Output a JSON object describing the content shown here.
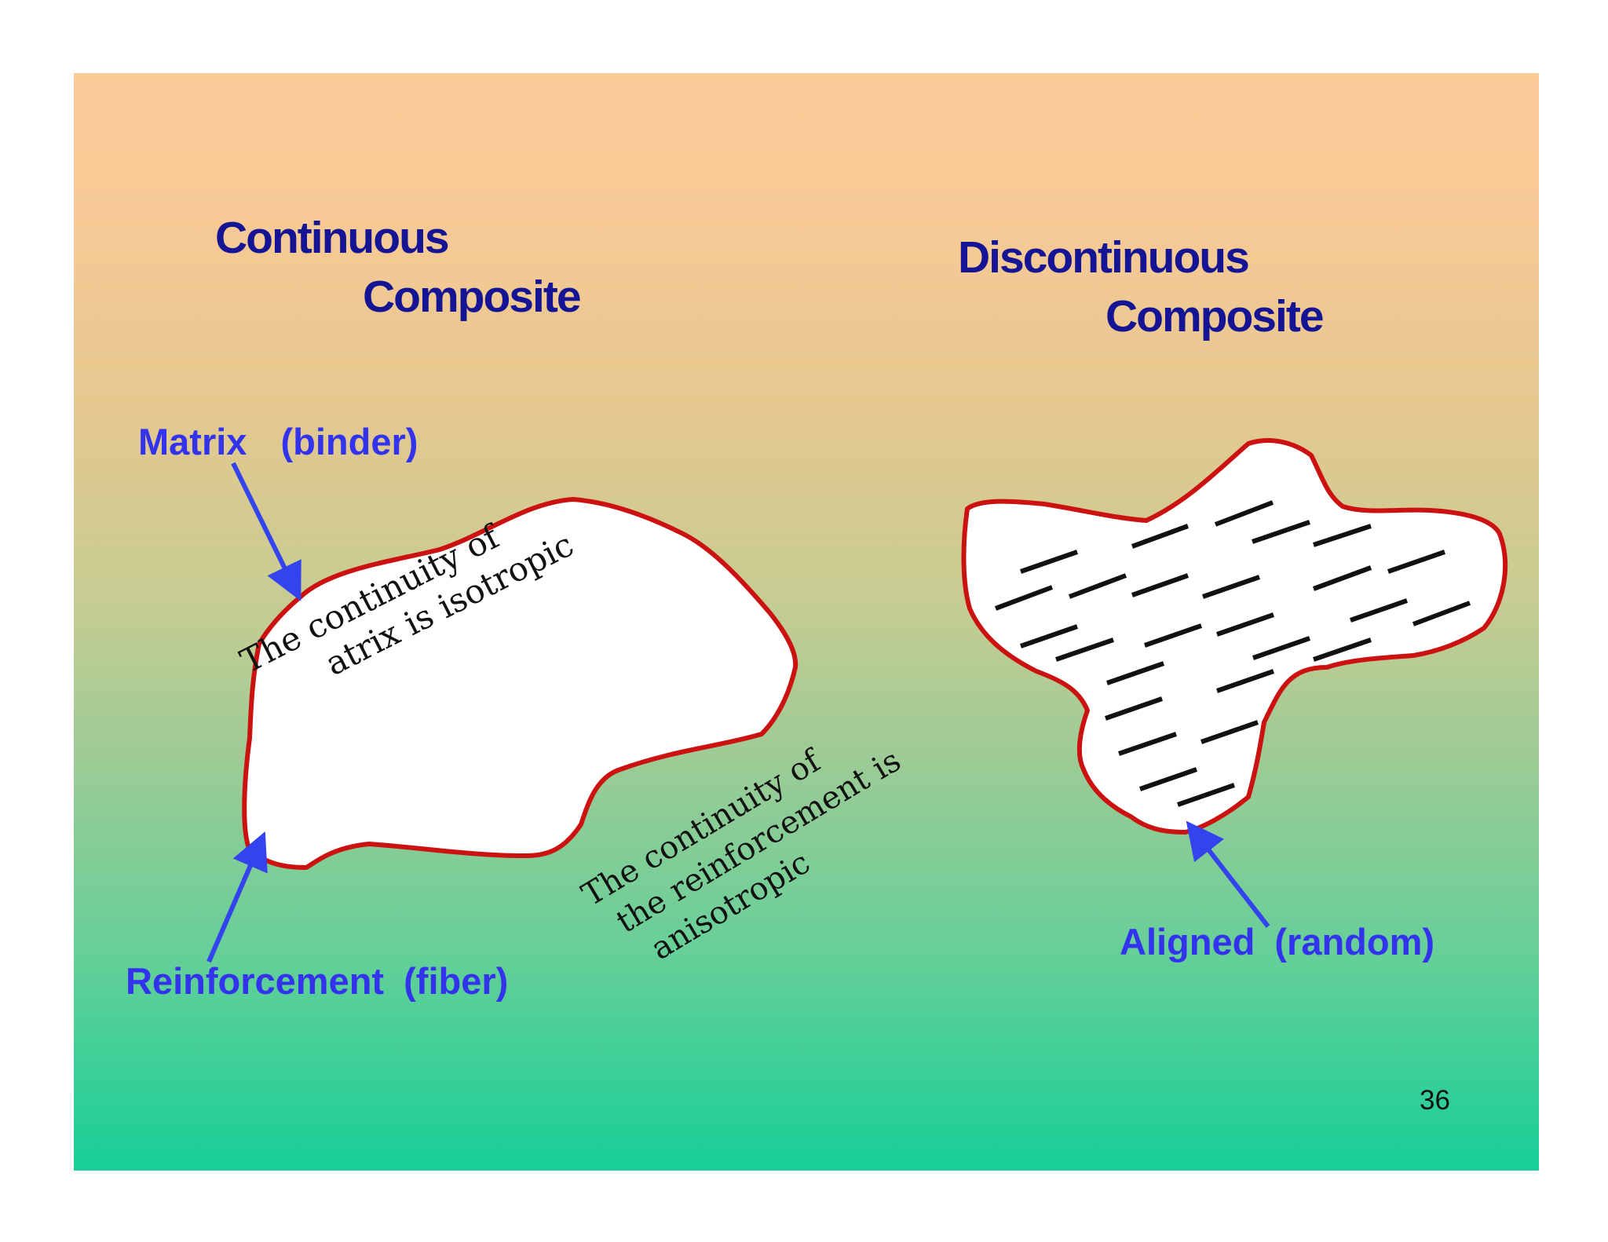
{
  "left_title": {
    "line1": "Continuous",
    "line2": "Composite"
  },
  "right_title": {
    "line1": "Discontinuous",
    "line2": "Composite"
  },
  "labels": {
    "matrix": "Matrix",
    "matrix_paren": "(binder)",
    "reinforcement": "Reinforcement",
    "reinforcement_paren": "(fiber)",
    "aligned": "Aligned",
    "aligned_paren": "(random)"
  },
  "rotated_text": {
    "matrix_line1": "The continuity of",
    "matrix_line2": "atrix is isotropic",
    "reinf_line1": "The continuity of",
    "reinf_line2": "the reinforcement is",
    "reinf_line3": "anisotropic"
  },
  "page_number": "36",
  "colors": {
    "title": "#141494",
    "label": "#3333ee",
    "outline": "#cc1111",
    "arrow": "#3344ee",
    "fiber": "#111111",
    "gradient_top": "#fbcb98",
    "gradient_bottom": "#17cf98"
  }
}
